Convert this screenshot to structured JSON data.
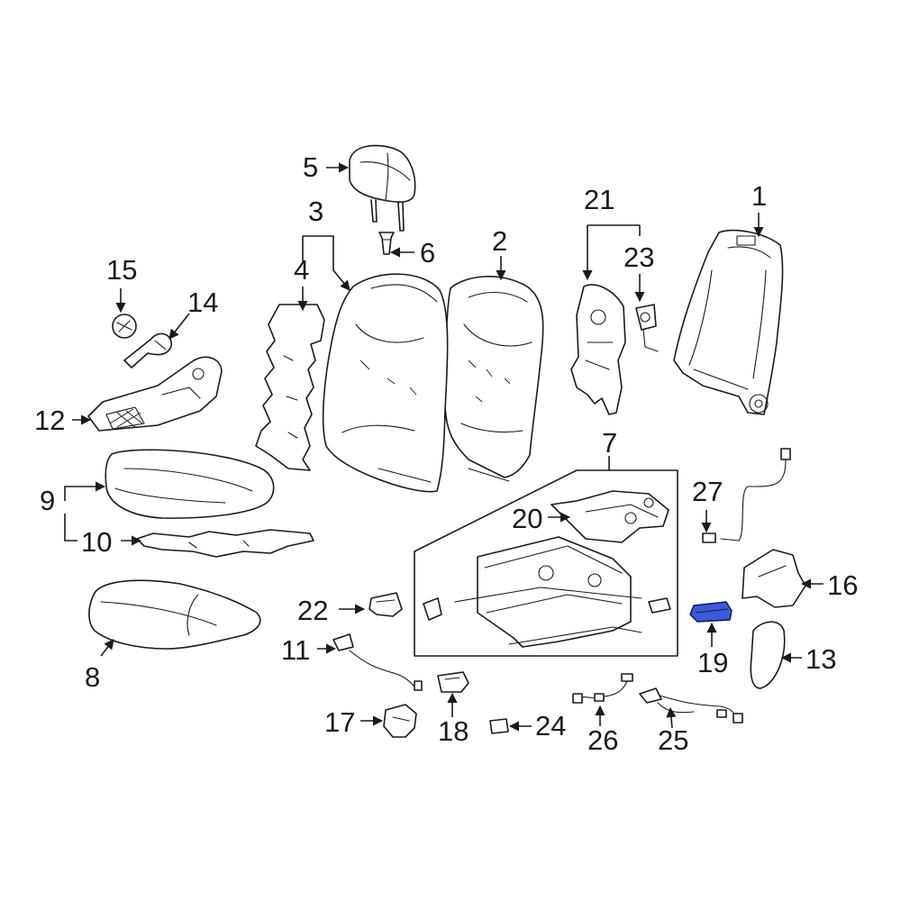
{
  "diagram": {
    "highlight_color": "#3b5bd6",
    "highlighted_part": "19",
    "callouts": [
      "1",
      "2",
      "3",
      "4",
      "5",
      "6",
      "7",
      "8",
      "9",
      "10",
      "11",
      "12",
      "13",
      "14",
      "15",
      "16",
      "17",
      "18",
      "19",
      "20",
      "21",
      "22",
      "23",
      "24",
      "25",
      "26",
      "27"
    ]
  }
}
